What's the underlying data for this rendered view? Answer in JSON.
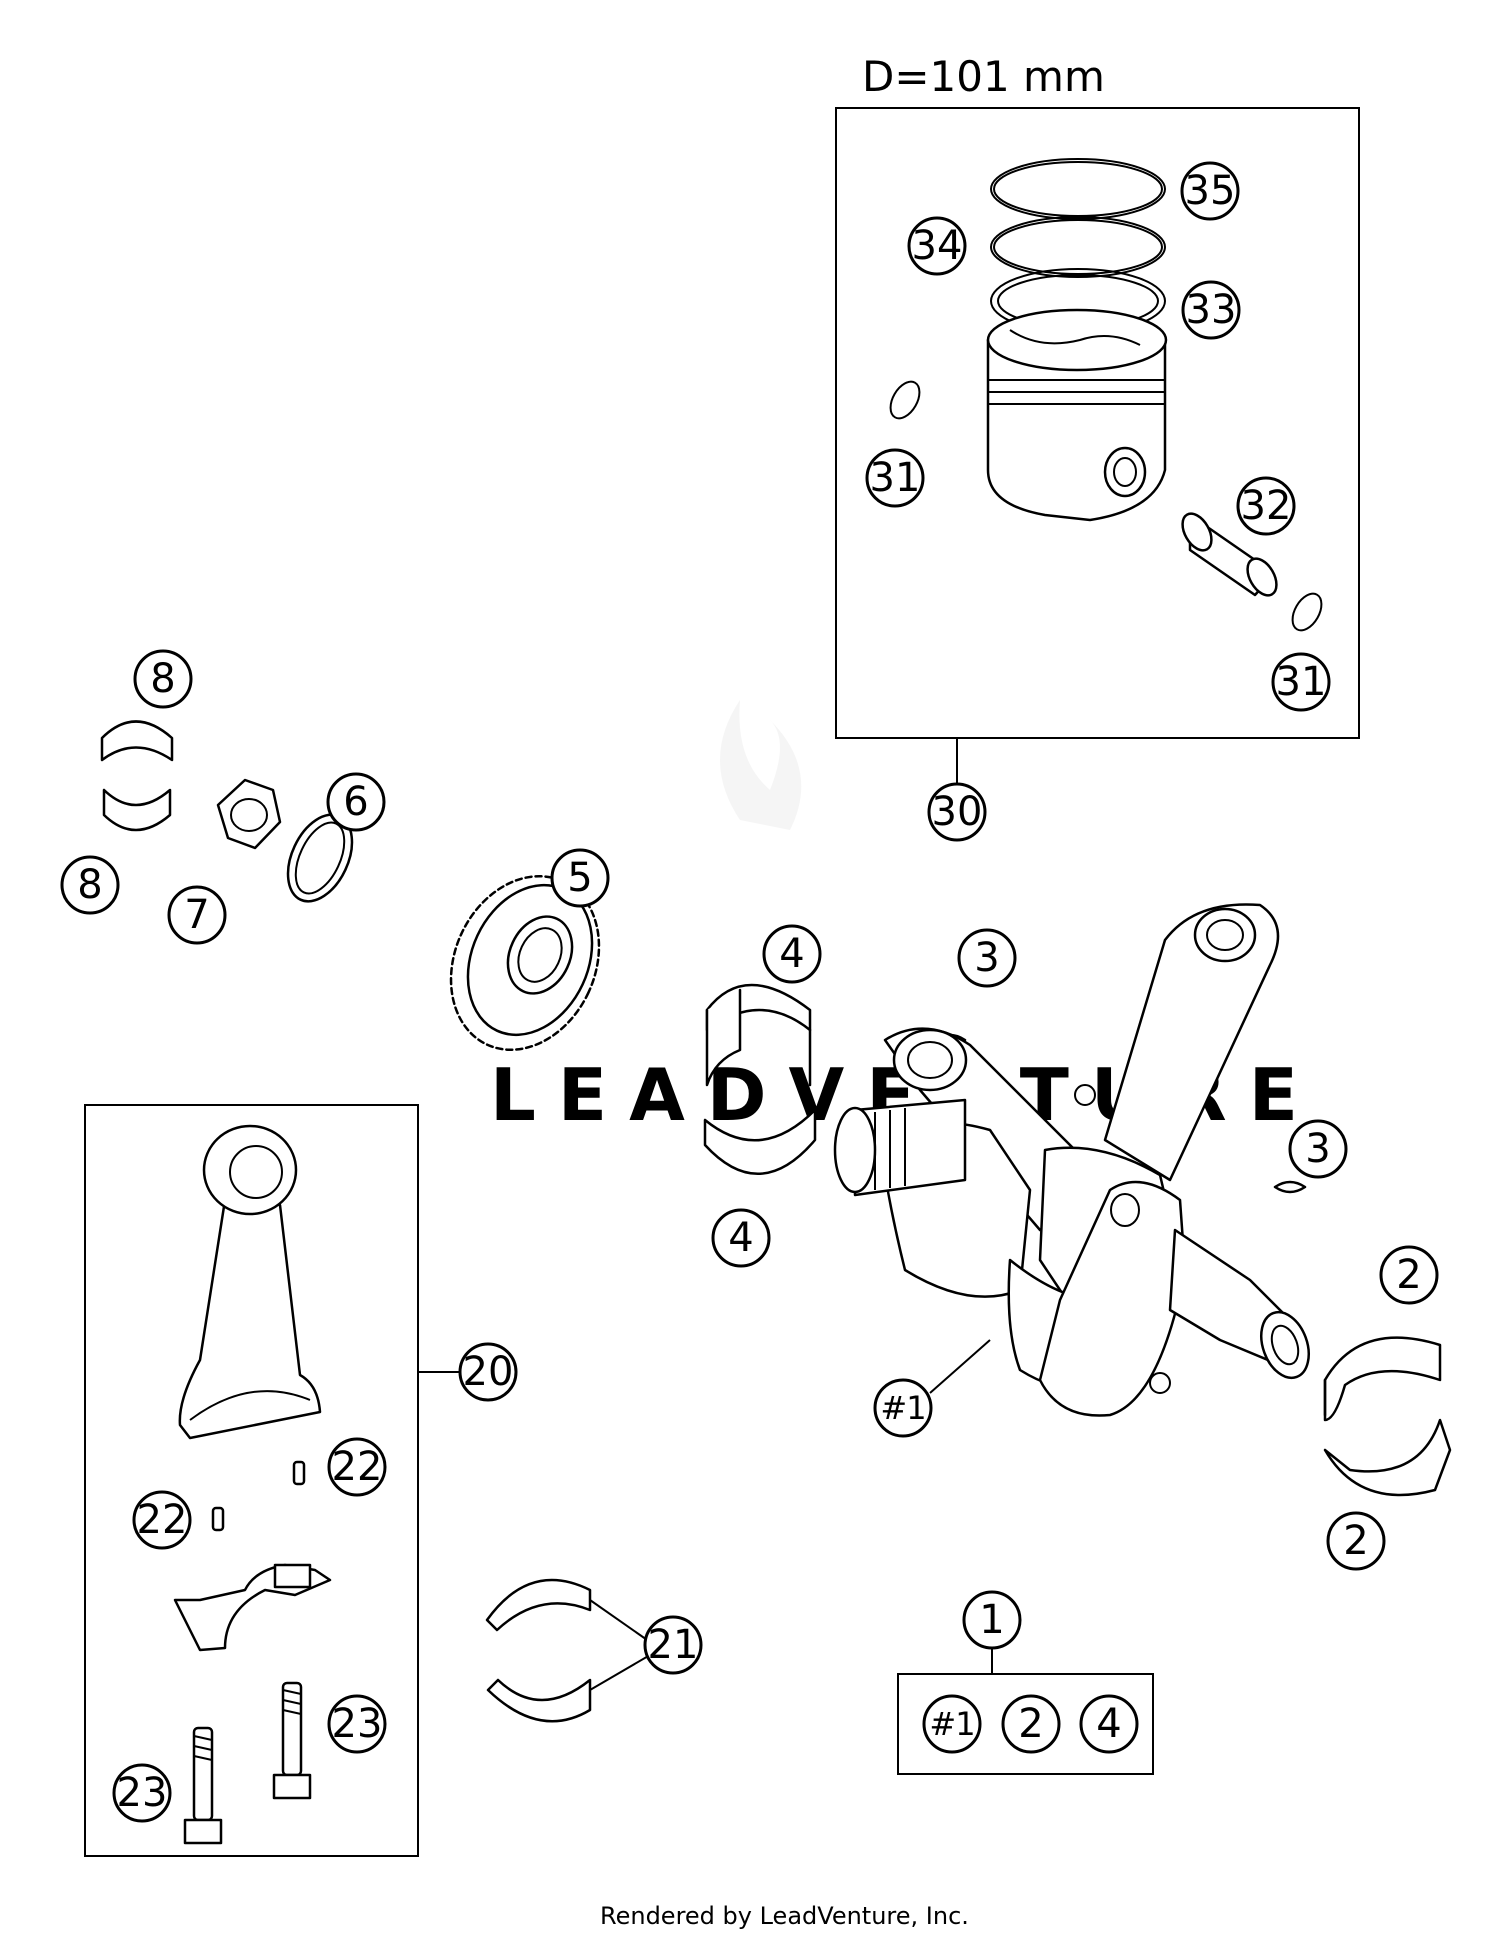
{
  "header": {
    "dimension_label": "D=101 mm"
  },
  "watermark": "LEADVENTURE",
  "footer": {
    "credit": "Rendered by LeadVenture, Inc."
  },
  "callouts": {
    "c35": "35",
    "c34": "34",
    "c33": "33",
    "c31a": "31",
    "c32": "32",
    "c31b": "31",
    "c30": "30",
    "c8a": "8",
    "c8b": "8",
    "c6": "6",
    "c7": "7",
    "c5": "5",
    "c4a": "4",
    "c4b": "4",
    "c3a": "3",
    "c3b": "3",
    "c2a": "2",
    "c2b": "2",
    "c1main": "#1",
    "c20": "20",
    "c22a": "22",
    "c22b": "22",
    "c21": "21",
    "c23a": "23",
    "c23b": "23",
    "c1": "1",
    "kit1": "#1",
    "kit2": "2",
    "kit4": "4"
  },
  "colors": {
    "line": "#000000",
    "background": "#ffffff",
    "watermark": "#e6e6e6"
  }
}
